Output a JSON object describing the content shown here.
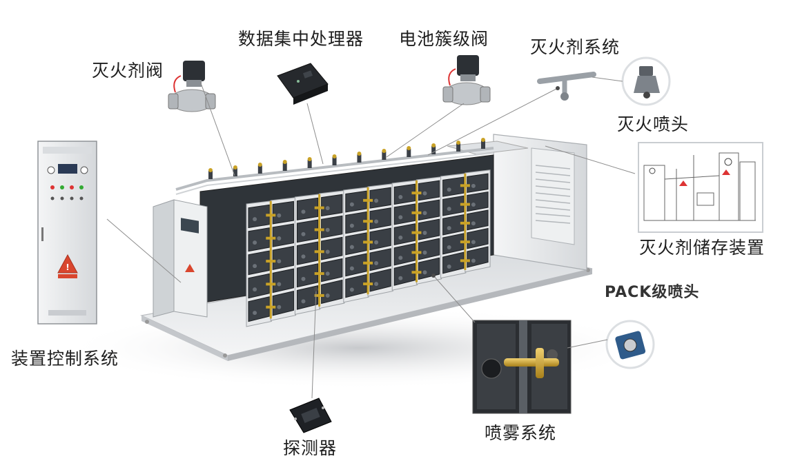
{
  "labels": {
    "agent_valve": "灭火剂阀",
    "data_processor": "数据集中处理器",
    "cluster_valve": "电池簇级阀",
    "agent_system": "灭火剂系统",
    "nozzle": "灭火喷头",
    "storage_device": "灭火剂储存装置",
    "pack_nozzle": "PACK级喷头",
    "control_system": "装置控制系统",
    "detector": "探测器",
    "spray_system": "喷雾系统"
  },
  "colors": {
    "container_frame": "#e6e8ea",
    "battery_module": "#3a3f45",
    "pipe_brass": "#c9a227",
    "cabinet": "#eceeef",
    "leader_line": "#8c8c8c",
    "warning": "#d9462e"
  }
}
